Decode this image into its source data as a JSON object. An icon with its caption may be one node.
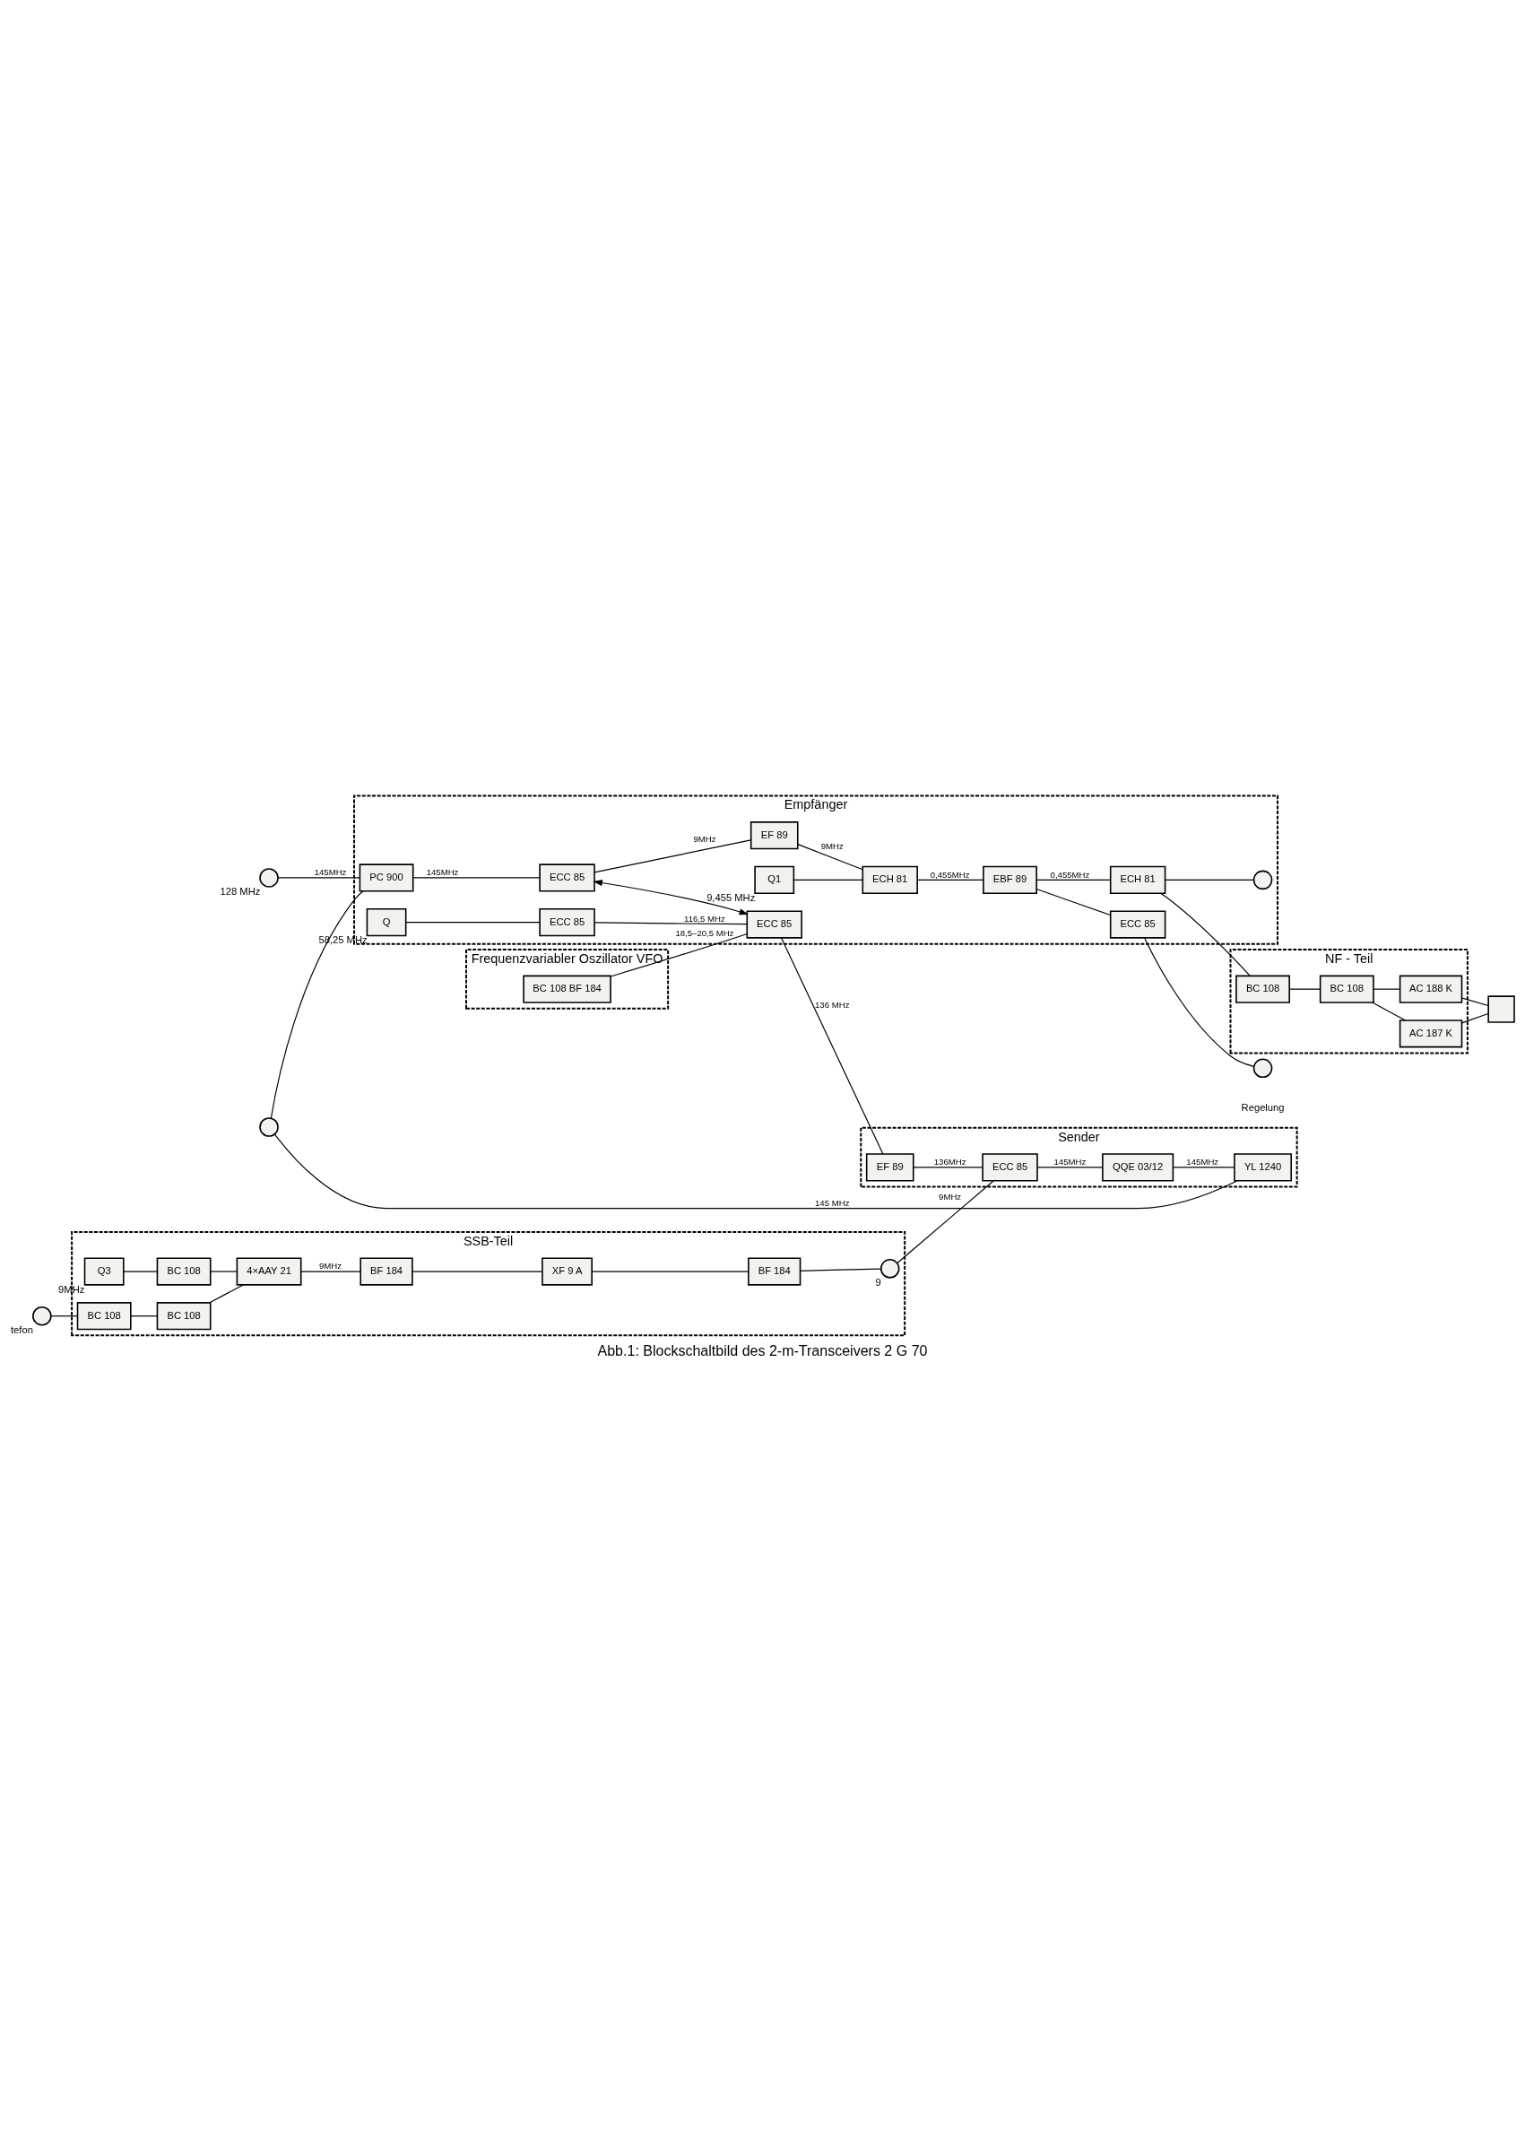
{
  "diagram": {
    "caption": "Abb.1: Blockschaltbild des 2-m-Transceivers 2 G 70",
    "nodes": [
      {
        "text": [
          "Empfänger"
        ]
      },
      {
        "text": [
          "PC 900"
        ],
        "in": 0
      },
      {
        "text": [
          "ECC 85"
        ],
        "in": 0
      },
      {
        "text": [
          "EF 89"
        ],
        "in": 0
      },
      {
        "text": [
          "ECH 81"
        ],
        "in": 0
      },
      {
        "text": [
          "EBF 89"
        ],
        "in": 0
      },
      {
        "text": [
          "ECH 81"
        ],
        "in": 0
      },
      {
        "text": [
          "ECC 85"
        ],
        "in": 0
      },
      {
        "text": [
          "ECC 85"
        ],
        "in": 0
      },
      {
        "text": [
          "ECC 85"
        ],
        "in": 0
      },
      {
        "text": [],
        "shape": "circle",
        "beside": [
          "128 MHz"
        ]
      },
      {
        "text": [
          "Q1"
        ],
        "beside": [
          "9,455 MHz"
        ],
        "in": 0
      },
      {
        "text": [
          "Q"
        ],
        "beside": [
          "58,25 MHz"
        ],
        "in": 0
      },
      {
        "text": [],
        "shape": "circle",
        "in": 0
      },
      {
        "text": [],
        "shape": "circle"
      },
      {
        "text": [
          "Frequenzvariabler Oszillator VFO"
        ]
      },
      {
        "text": [
          "BC 108 BF 184"
        ],
        "in": 15
      },
      {
        "text": [
          "Sender"
        ]
      },
      {
        "text": [
          "EF 89"
        ],
        "in": 17
      },
      {
        "text": [
          "ECC 85"
        ],
        "in": 17
      },
      {
        "text": [
          "QQE 03/12"
        ],
        "in": 17
      },
      {
        "text": [
          "YL 1240"
        ],
        "in": 17
      },
      {
        "text": [],
        "shape": "circle"
      },
      {
        "text": [
          "SSB-Teil"
        ]
      },
      {
        "text": [
          "BF 184"
        ],
        "in": 23
      },
      {
        "text": [
          "XF 9 A"
        ],
        "in": 23
      },
      {
        "text": [
          "BF 184"
        ],
        "in": 23
      },
      {
        "text": [
          "4×AAY 21"
        ],
        "in": 23
      },
      {
        "text": [
          "BC 108"
        ],
        "in": 23
      },
      {
        "text": [
          "Q3"
        ],
        "beside": [
          "9MHz"
        ],
        "in": 23
      },
      {
        "text": [
          "BC 108"
        ],
        "in": 23
      },
      {
        "text": [
          "BC 108"
        ],
        "in": 23
      },
      {
        "text": [],
        "shape": "circle",
        "beside": [
          "tefon"
        ]
      },
      {
        "text": [
          "NF - Teil"
        ]
      },
      {
        "text": [
          "BC 108"
        ],
        "in": 33
      },
      {
        "text": [
          "BC 108"
        ],
        "in": 33
      },
      {
        "text": [
          "AC 188 K"
        ],
        "in": 33
      },
      {
        "text": [
          "AC 187 K"
        ],
        "in": 33
      },
      {
        "text": [],
        "shape": "box"
      },
      {
        "text": [],
        "shape": "circle",
        "beside": [
          "9"
        ],
        "in": 23
      }
    ],
    "edges": [
      {
        "from": 10,
        "to": 1,
        "arrow": "none",
        "label": "145MHz"
      },
      {
        "from": 1,
        "to": 2,
        "arrow": "none",
        "label": "145MHz"
      },
      {
        "from": 2,
        "to": 3,
        "arrow": "none",
        "label": "9MHz"
      },
      {
        "from": 3,
        "to": 4,
        "arrow": "none",
        "label": "9MHz"
      },
      {
        "from": 11,
        "to": 4,
        "arrow": "none"
      },
      {
        "from": 4,
        "to": 5,
        "arrow": "none",
        "label": "0,455MHz"
      },
      {
        "from": 5,
        "to": 6,
        "arrow": "none",
        "label": "0,455MHz"
      },
      {
        "from": 6,
        "to": 13,
        "arrow": "none"
      },
      {
        "from": 5,
        "to": 9,
        "arrow": "none"
      },
      {
        "from": 9,
        "to": 14,
        "arrow": "none"
      },
      {
        "from": 6,
        "to": 34,
        "arrow": "none"
      },
      {
        "from": 2,
        "to": 7,
        "arrow": "both"
      },
      {
        "from": 12,
        "to": 8,
        "arrow": "none"
      },
      {
        "from": 8,
        "to": 7,
        "arrow": "none",
        "label": "116,5 MHz"
      },
      {
        "from": 16,
        "to": 7,
        "arrow": "none",
        "label": "18,5–20,5 MHz"
      },
      {
        "from": 7,
        "to": 18,
        "arrow": "none",
        "label": "136 MHz"
      },
      {
        "from": 18,
        "to": 19,
        "arrow": "none",
        "label": "136MHz"
      },
      {
        "from": 19,
        "to": 20,
        "arrow": "none",
        "label": "145MHz"
      },
      {
        "from": 20,
        "to": 21,
        "arrow": "none",
        "label": "145MHz"
      },
      {
        "from": 21,
        "to": 22,
        "arrow": "none",
        "label": "145 MHz"
      },
      {
        "from": 22,
        "to": 1,
        "arrow": "none"
      },
      {
        "from": 32,
        "to": 31,
        "arrow": "none"
      },
      {
        "from": 31,
        "to": 30,
        "arrow": "none"
      },
      {
        "from": 30,
        "to": 27,
        "arrow": "none"
      },
      {
        "from": 29,
        "to": 28,
        "arrow": "none"
      },
      {
        "from": 28,
        "to": 27,
        "arrow": "none"
      },
      {
        "from": 27,
        "to": 26,
        "arrow": "none",
        "label": "9MHz"
      },
      {
        "from": 26,
        "to": 25,
        "arrow": "none"
      },
      {
        "from": 25,
        "to": 24,
        "arrow": "none"
      },
      {
        "from": 24,
        "to": 39,
        "arrow": "none"
      },
      {
        "from": 39,
        "to": 19,
        "arrow": "none",
        "label": "9MHz"
      },
      {
        "from": 34,
        "to": 35,
        "arrow": "none"
      },
      {
        "from": 35,
        "to": 36,
        "arrow": "none"
      },
      {
        "from": 35,
        "to": 37,
        "arrow": "none"
      },
      {
        "from": 36,
        "to": 38,
        "arrow": "none"
      },
      {
        "from": 37,
        "to": 38,
        "arrow": "none"
      }
    ],
    "labels": [
      "Regelung"
    ]
  }
}
